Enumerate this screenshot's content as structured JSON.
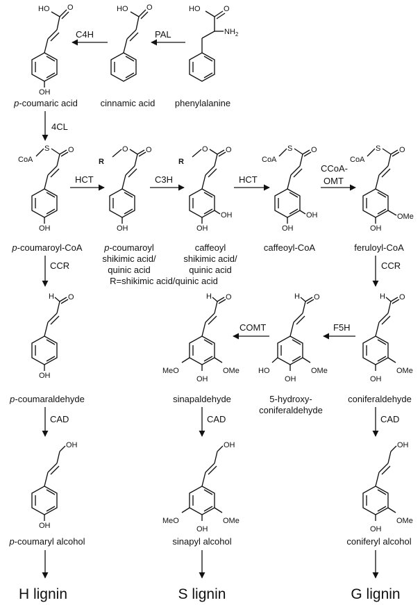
{
  "compounds": {
    "phenylalanine": {
      "name": "phenylalanine",
      "atoms": [
        "HO",
        "O",
        "NH2"
      ]
    },
    "cinnamic_acid": {
      "name": "cinnamic acid",
      "atoms": [
        "HO",
        "O"
      ]
    },
    "p_coumaric_acid": {
      "prefix": "p",
      "name": "-coumaric acid",
      "atoms": [
        "HO",
        "O",
        "OH"
      ]
    },
    "p_coumaroyl_coa": {
      "prefix": "p",
      "name": "-coumaroyl-CoA",
      "atoms": [
        "CoA",
        "S",
        "O",
        "OH"
      ]
    },
    "p_coumaroyl_shikimic": {
      "prefix": "p",
      "line1": "-coumaroyl",
      "line2": "shikimic acid/",
      "line3": "quinic acid",
      "atoms": [
        "R",
        "O",
        "O",
        "OH"
      ]
    },
    "caffeoyl_shikimic": {
      "line1": "caffeoyl",
      "line2": "shikimic acid/",
      "line3": "quinic acid",
      "atoms": [
        "R",
        "O",
        "O",
        "OH",
        "OH"
      ]
    },
    "r_note": "R=shikimic acid/quinic acid",
    "caffeoyl_coa": {
      "name": "caffeoyl-CoA",
      "atoms": [
        "CoA",
        "S",
        "O",
        "OH",
        "OH"
      ]
    },
    "feruloyl_coa": {
      "name": "feruloyl-CoA",
      "atoms": [
        "CoA",
        "S",
        "O",
        "OMe",
        "OH"
      ]
    },
    "p_coumaraldehyde": {
      "prefix": "p",
      "name": "-coumaraldehyde",
      "atoms": [
        "H",
        "O",
        "OH"
      ]
    },
    "sinapaldehyde": {
      "name": "sinapaldehyde",
      "atoms": [
        "H",
        "O",
        "MeO",
        "OMe",
        "OH"
      ]
    },
    "hydroxy_coniferaldehyde": {
      "line1": "5-hydroxy-",
      "line2": "coniferaldehyde",
      "atoms": [
        "H",
        "O",
        "HO",
        "OMe",
        "OH"
      ]
    },
    "coniferaldehyde": {
      "name": "coniferaldehyde",
      "atoms": [
        "H",
        "O",
        "OMe",
        "OH"
      ]
    },
    "p_coumaryl_alcohol": {
      "prefix": "p",
      "name": "-coumaryl alcohol",
      "atoms": [
        "OH",
        "OH"
      ]
    },
    "sinapyl_alcohol": {
      "name": "sinapyl alcohol",
      "atoms": [
        "OH",
        "MeO",
        "OMe",
        "OH"
      ]
    },
    "coniferyl_alcohol": {
      "name": "coniferyl alcohol",
      "atoms": [
        "OH",
        "OMe",
        "OH"
      ]
    }
  },
  "enzymes": {
    "pal": "PAL",
    "c4h": "C4H",
    "fourcl": "4CL",
    "hct1": "HCT",
    "c3h": "C3H",
    "hct2": "HCT",
    "ccoaomt_1": "CCoA-",
    "ccoaomt_2": "OMT",
    "ccr1": "CCR",
    "ccr2": "CCR",
    "f5h": "F5H",
    "comt": "COMT",
    "cad1": "CAD",
    "cad2": "CAD",
    "cad3": "CAD"
  },
  "products": {
    "h_lignin": "H lignin",
    "s_lignin": "S lignin",
    "g_lignin": "G lignin"
  }
}
